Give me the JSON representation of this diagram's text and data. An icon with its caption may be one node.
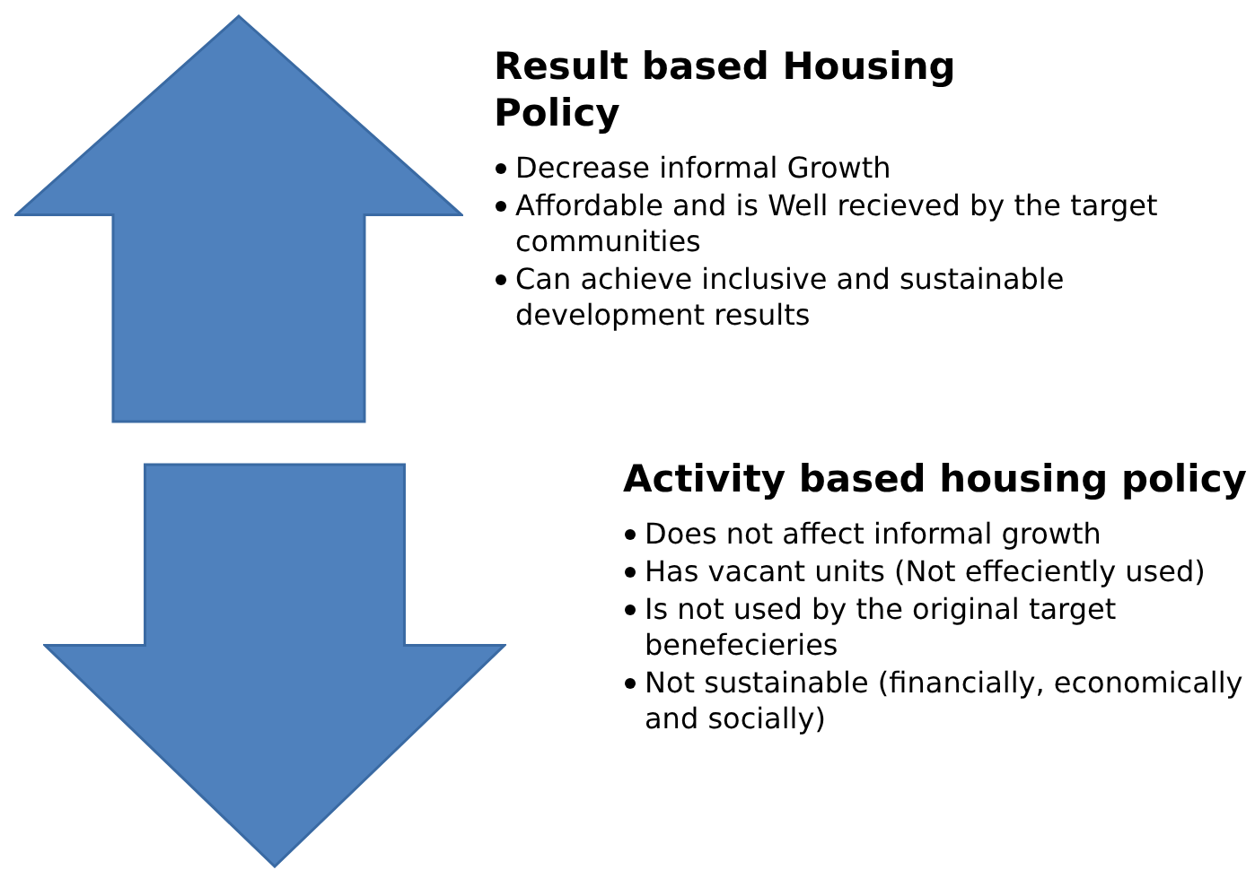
{
  "diagram": {
    "nodes": [
      {
        "text": [],
        "shape": "arrow",
        "beside": [
          "Result based Housing Policy",
          "Decrease informal Growth",
          "Affordable and is Well recieved by the target communities",
          "Can achieve inclusive and sustainable development results"
        ]
      },
      {
        "text": [],
        "shape": "arrow",
        "beside": [
          "Activity based housing policy",
          "Does not affect informal growth",
          "Has vacant units (Not effeciently used)",
          "Is not used by the original target benefecieries",
          "Not sustainable (financially, economically  and socially)"
        ]
      }
    ]
  }
}
